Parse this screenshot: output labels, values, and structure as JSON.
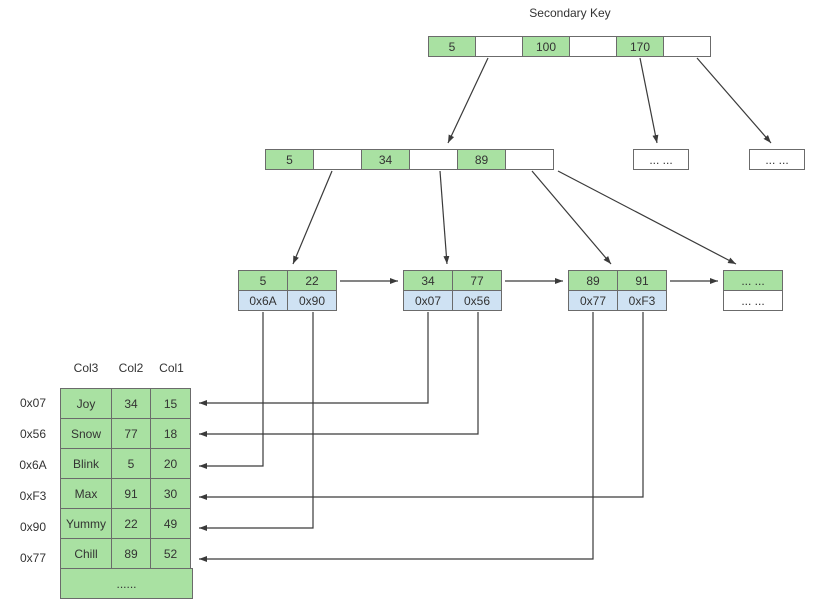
{
  "title": "Secondary Key",
  "colors": {
    "green": "#a9e1a2",
    "blue": "#cfe2f3",
    "border": "#6b6b6b",
    "arrow": "#3a3a3a"
  },
  "root": {
    "cells": [
      "5",
      "",
      "100",
      "",
      "170",
      ""
    ]
  },
  "mid": {
    "cells": [
      "5",
      "",
      "34",
      "",
      "89",
      ""
    ]
  },
  "dots_node_1": "...  ...",
  "dots_node_2": "...  ...",
  "leaves": [
    {
      "keys": [
        "5",
        "22"
      ],
      "pointers": [
        "0x6A",
        "0x90"
      ]
    },
    {
      "keys": [
        "34",
        "77"
      ],
      "pointers": [
        "0x07",
        "0x56"
      ]
    },
    {
      "keys": [
        "89",
        "91"
      ],
      "pointers": [
        "0x77",
        "0xF3"
      ]
    },
    {
      "keys_dots": "...  ...",
      "pointers_dots": "...  ..."
    }
  ],
  "table": {
    "headers": [
      "Col3",
      "Col2",
      "Col1"
    ],
    "row_labels": [
      "0x07",
      "0x56",
      "0x6A",
      "0xF3",
      "0x90",
      "0x77"
    ],
    "rows": [
      [
        "Joy",
        "34",
        "15"
      ],
      [
        "Snow",
        "77",
        "18"
      ],
      [
        "Blink",
        "5",
        "20"
      ],
      [
        "Max",
        "91",
        "30"
      ],
      [
        "Yummy",
        "22",
        "49"
      ],
      [
        "Chill",
        "89",
        "52"
      ]
    ],
    "footer": "......"
  }
}
